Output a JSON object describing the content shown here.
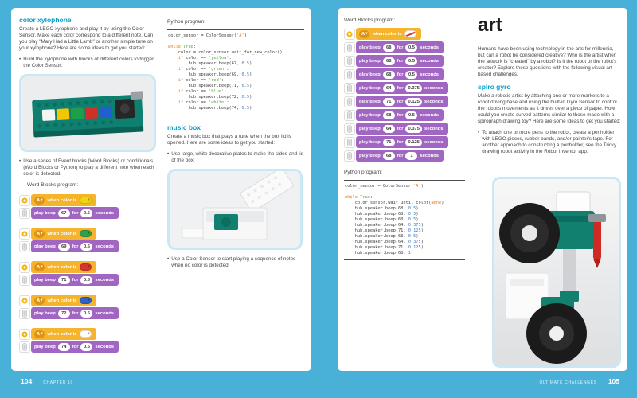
{
  "ui": {
    "bullet": "•",
    "chevron": "▾"
  },
  "footer": {
    "left_num": "104",
    "left_label": "CHAPTER 10",
    "right_label": "ULTIMATE CHALLENGES",
    "right_num": "105"
  },
  "left": {
    "heading": "color xylophone",
    "intro": "Create a LEGO xylophone and play it by using the Color Sensor. Make each color correspond to a different note. Can you play \"Mary Had a Little Lamb\" or another simple tune on your xylophone? Here are some ideas to get you started:",
    "bullet1": "Build the xylophone with blocks of different colors to trigger the Color Sensor:",
    "bullet2": "Use a series of Event blocks (Word Blocks) or conditionals (Word Blocks or Python) to play a different note when each color is detected.",
    "wb_label": "Word Blocks program:",
    "wb": {
      "when_label": "when color is",
      "play": "play beep",
      "for": "for",
      "seconds": "seconds",
      "blocks": [
        {
          "port": "A",
          "note": "67",
          "dur": "0.5",
          "swatch": "#f0d70c"
        },
        {
          "port": "A",
          "note": "69",
          "dur": "0.5",
          "swatch": "#2fa04b"
        },
        {
          "port": "A",
          "note": "71",
          "dur": "0.5",
          "swatch": "#d4352d"
        },
        {
          "port": "A",
          "note": "72",
          "dur": "0.5",
          "swatch": "#2e62c8"
        },
        {
          "port": "A",
          "note": "74",
          "dur": "0.5",
          "swatch": "#ffffff"
        }
      ]
    },
    "python_label": "Python program:",
    "code": [
      [
        {
          "c": "n",
          "t": "color_sensor = ColorSensor("
        },
        {
          "c": "o",
          "t": "'A'"
        },
        {
          "c": "n",
          "t": ")"
        }
      ],
      [],
      [
        {
          "c": "k",
          "t": "while "
        },
        {
          "c": "s",
          "t": "True"
        },
        {
          "c": "n",
          "t": ":"
        }
      ],
      [
        {
          "c": "n",
          "t": "    color = color_sensor.wait_for_new_color()"
        }
      ],
      [
        {
          "c": "n",
          "t": "    "
        },
        {
          "c": "k",
          "t": "if"
        },
        {
          "c": "n",
          "t": " color == "
        },
        {
          "c": "s",
          "t": "'yellow'"
        },
        {
          "c": "n",
          "t": ":"
        }
      ],
      [
        {
          "c": "n",
          "t": "        hub.speaker.beep(67, "
        },
        {
          "c": "d",
          "t": "0.5"
        },
        {
          "c": "n",
          "t": ")"
        }
      ],
      [
        {
          "c": "n",
          "t": "    "
        },
        {
          "c": "k",
          "t": "if"
        },
        {
          "c": "n",
          "t": " color == "
        },
        {
          "c": "s",
          "t": "'green'"
        },
        {
          "c": "n",
          "t": ":"
        }
      ],
      [
        {
          "c": "n",
          "t": "        hub.speaker.beep(69, "
        },
        {
          "c": "d",
          "t": "0.5"
        },
        {
          "c": "n",
          "t": ")"
        }
      ],
      [
        {
          "c": "n",
          "t": "    "
        },
        {
          "c": "k",
          "t": "if"
        },
        {
          "c": "n",
          "t": " color == "
        },
        {
          "c": "s",
          "t": "'red'"
        },
        {
          "c": "n",
          "t": ":"
        }
      ],
      [
        {
          "c": "n",
          "t": "        hub.speaker.beep(71, "
        },
        {
          "c": "d",
          "t": "0.5"
        },
        {
          "c": "n",
          "t": ")"
        }
      ],
      [
        {
          "c": "n",
          "t": "    "
        },
        {
          "c": "k",
          "t": "if"
        },
        {
          "c": "n",
          "t": " color == "
        },
        {
          "c": "s",
          "t": "'blue'"
        },
        {
          "c": "n",
          "t": ":"
        }
      ],
      [
        {
          "c": "n",
          "t": "        hub.speaker.beep(72, "
        },
        {
          "c": "d",
          "t": "0.5"
        },
        {
          "c": "n",
          "t": ")"
        }
      ],
      [
        {
          "c": "n",
          "t": "    "
        },
        {
          "c": "k",
          "t": "if"
        },
        {
          "c": "n",
          "t": " color == "
        },
        {
          "c": "s",
          "t": "'white'"
        },
        {
          "c": "n",
          "t": ":"
        }
      ],
      [
        {
          "c": "n",
          "t": "        hub.speaker.beep(74, "
        },
        {
          "c": "d",
          "t": "0.5"
        },
        {
          "c": "n",
          "t": ")"
        }
      ]
    ],
    "music": {
      "heading": "music box",
      "intro": "Create a music box that plays a tune when the box lid is opened. Here are some ideas to get you started:",
      "bullet1": "Use large, white decorative plates to make the sides and lid of the box:",
      "bullet2": "Use a Color Sensor to start playing a sequence of notes when no color is detected."
    }
  },
  "right": {
    "wb_label": "Word Blocks program:",
    "wb": {
      "when_label": "when color is",
      "play": "play beep",
      "for": "for",
      "seconds": "seconds",
      "event_port": "A",
      "beeps": [
        {
          "note": "68",
          "dur": "0.5"
        },
        {
          "note": "68",
          "dur": "0.5"
        },
        {
          "note": "68",
          "dur": "0.5"
        },
        {
          "note": "64",
          "dur": "0.375"
        },
        {
          "note": "71",
          "dur": "0.125"
        },
        {
          "note": "68",
          "dur": "0.5"
        },
        {
          "note": "64",
          "dur": "0.375"
        },
        {
          "note": "71",
          "dur": "0.125"
        },
        {
          "note": "68",
          "dur": "1"
        }
      ]
    },
    "python_label": "Python program:",
    "code": [
      [
        {
          "c": "n",
          "t": "color_sensor = ColorSensor("
        },
        {
          "c": "o",
          "t": "'A'"
        },
        {
          "c": "n",
          "t": ")"
        }
      ],
      [],
      [
        {
          "c": "k",
          "t": "while "
        },
        {
          "c": "s",
          "t": "True"
        },
        {
          "c": "n",
          "t": ":"
        }
      ],
      [
        {
          "c": "n",
          "t": "    color_sensor.wait_until_color("
        },
        {
          "c": "o",
          "t": "None"
        },
        {
          "c": "n",
          "t": ")"
        }
      ],
      [
        {
          "c": "n",
          "t": "    hub.speaker.beep(68, "
        },
        {
          "c": "d",
          "t": "0.5"
        },
        {
          "c": "n",
          "t": ")"
        }
      ],
      [
        {
          "c": "n",
          "t": "    hub.speaker.beep(68, "
        },
        {
          "c": "d",
          "t": "0.5"
        },
        {
          "c": "n",
          "t": ")"
        }
      ],
      [
        {
          "c": "n",
          "t": "    hub.speaker.beep(68, "
        },
        {
          "c": "d",
          "t": "0.5"
        },
        {
          "c": "n",
          "t": ")"
        }
      ],
      [
        {
          "c": "n",
          "t": "    hub.speaker.beep(64, "
        },
        {
          "c": "d",
          "t": "0.375"
        },
        {
          "c": "n",
          "t": ")"
        }
      ],
      [
        {
          "c": "n",
          "t": "    hub.speaker.beep(71, "
        },
        {
          "c": "d",
          "t": "0.125"
        },
        {
          "c": "n",
          "t": ")"
        }
      ],
      [
        {
          "c": "n",
          "t": "    hub.speaker.beep(68, "
        },
        {
          "c": "d",
          "t": "0.5"
        },
        {
          "c": "n",
          "t": ")"
        }
      ],
      [
        {
          "c": "n",
          "t": "    hub.speaker.beep(64, "
        },
        {
          "c": "d",
          "t": "0.375"
        },
        {
          "c": "n",
          "t": ")"
        }
      ],
      [
        {
          "c": "n",
          "t": "    hub.speaker.beep(71, "
        },
        {
          "c": "d",
          "t": "0.125"
        },
        {
          "c": "n",
          "t": ")"
        }
      ],
      [
        {
          "c": "n",
          "t": "    hub.speaker.beep(68, "
        },
        {
          "c": "d",
          "t": "1"
        },
        {
          "c": "n",
          "t": ")"
        }
      ]
    ],
    "art": {
      "heading": "art",
      "intro": "Humans have been using technology in the arts for millennia, but can a robot be considered creative? Who is the artist when the artwork is \"created\" by a robot? Is it the robot or the robot's creator? Explore these questions with the following visual art-based challenges.",
      "spiro_heading": "spiro gyro",
      "spiro_intro": "Make a robotic artist by attaching one or more markers to a robot driving base and using the built-in Gyro Sensor to control the robot's movements as it drives over a piece of paper. How could you create curved patterns similar to those made with a spirograph drawing toy? Here are some ideas to get you started:",
      "spiro_bullet": "To attach one or more pens to the robot, create a penholder with LEGO pieces, rubber bands, and/or painter's tape. For another approach to constructing a penholder, see the Tricky drawing robot activity in the Robot Inventor app."
    }
  }
}
